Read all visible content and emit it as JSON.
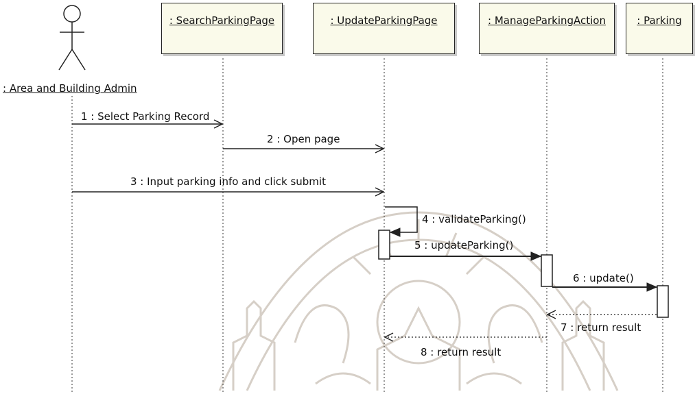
{
  "actor": {
    "name": ": Area and Building Admin"
  },
  "objects": [
    {
      "id": "search",
      "name": ": SearchParkingPage"
    },
    {
      "id": "update",
      "name": ": UpdateParkingPage"
    },
    {
      "id": "manage",
      "name": ": ManageParkingAction"
    },
    {
      "id": "parking",
      "name": ": Parking"
    }
  ],
  "messages": [
    {
      "seq": 1,
      "label": "1 : Select Parking Record",
      "from": "actor",
      "to": "search",
      "kind": "call"
    },
    {
      "seq": 2,
      "label": "2 : Open page",
      "from": "search",
      "to": "update",
      "kind": "call"
    },
    {
      "seq": 3,
      "label": "3 : Input parking info and click submit",
      "from": "actor",
      "to": "update",
      "kind": "call"
    },
    {
      "seq": 4,
      "label": "4 : validateParking()",
      "from": "update",
      "to": "update",
      "kind": "self"
    },
    {
      "seq": 5,
      "label": "5 : updateParking()",
      "from": "update",
      "to": "manage",
      "kind": "sync"
    },
    {
      "seq": 6,
      "label": "6 : update()",
      "from": "manage",
      "to": "parking",
      "kind": "sync"
    },
    {
      "seq": 7,
      "label": "7 : return result",
      "from": "parking",
      "to": "manage",
      "kind": "return"
    },
    {
      "seq": 8,
      "label": "8 : return result",
      "from": "manage",
      "to": "update",
      "kind": "return"
    }
  ],
  "colors": {
    "line": "#222222",
    "lifeline": "#333333",
    "header_fill": "#fafaea",
    "watermark": "#d6cfc7"
  }
}
